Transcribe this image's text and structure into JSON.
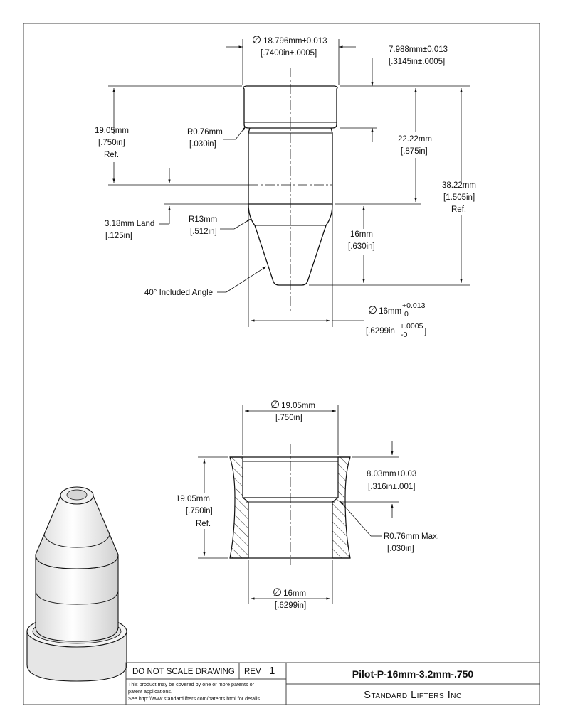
{
  "top_view": {
    "dia_top": "18.796mm±0.013",
    "dia_top_in": ".7400in±.0005",
    "head_height": "7.988mm±0.013",
    "head_height_in": ".3145in±.0005",
    "height_left": "19.05mm",
    "height_left_in": ".750in",
    "ref1": "Ref.",
    "radius_a": "R0.76mm",
    "radius_a_in": ".030in",
    "height_right": "22.22mm",
    "height_right_in": ".875in",
    "total_height": "38.22mm",
    "total_height_in": "1.505in",
    "ref2": "Ref.",
    "land": "3.18mm Land",
    "land_in": ".125in",
    "radius_b": "R13mm",
    "radius_b_in": ".512in",
    "tip_len": "16mm",
    "tip_len_in": ".630in",
    "angle": "40° Included Angle",
    "dia_shank": "16mm",
    "tol_plus": "+0.013",
    "tol_zero": "0",
    "dia_shank_in": ".6299in",
    "tol_in_plus": "+.0005",
    "tol_in_minus": "-0"
  },
  "bottom_view": {
    "dia_top": "19.05mm",
    "dia_top_in": ".750in",
    "depth": "8.03mm±0.03",
    "depth_in": ".316in±.001",
    "height": "19.05mm",
    "height_in": ".750in",
    "ref": "Ref.",
    "radius": "R0.76mm Max.",
    "radius_in": ".030in",
    "dia_bore": "16mm",
    "dia_bore_in": ".6299in"
  },
  "title_block": {
    "do_not_scale": "DO NOT SCALE DRAWING",
    "rev_label": "REV",
    "rev_value": "1",
    "patent_line1": "This product may be covered by one or more patents or",
    "patent_line2": "patent applications.",
    "patent_line3": "See http://www.standardlifters.com/patents.html for details.",
    "part_number": "Pilot-P-16mm-3.2mm-.750",
    "company": "Standard Lifters Inc"
  },
  "symbols": {
    "diameter": "∅"
  }
}
